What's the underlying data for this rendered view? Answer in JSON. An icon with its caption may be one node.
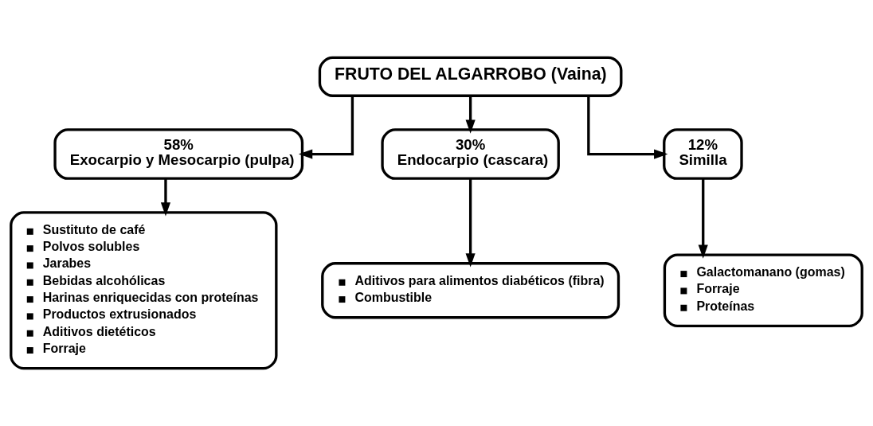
{
  "diagram": {
    "nodes": [
      {
        "text": [
          "FRUTO DEL ALGARROBO (Vaina)"
        ]
      },
      {
        "text": [
          "58%",
          "Exocarpio y Mesocarpio (pulpa)"
        ]
      },
      {
        "text": [
          "30%",
          "Endocarpio (cascara)"
        ]
      },
      {
        "text": [
          "12%",
          "Similla"
        ]
      },
      {
        "text": [
          "Sustituto de café",
          "Polvos solubles",
          "Jarabes",
          "Bebidas alcohólicas",
          "Harinas enriquecidas con proteínas",
          "Productos extrusionados",
          "Aditivos dietéticos",
          "Forraje"
        ]
      },
      {
        "text": [
          "Aditivos para alimentos diabéticos (fibra)",
          "Combustible"
        ]
      },
      {
        "text": [
          "Galactomanano (gomas)",
          "Forraje",
          "Proteínas"
        ]
      }
    ],
    "edges": [
      {
        "from": 0,
        "to": 1,
        "arrow": "to"
      },
      {
        "from": 0,
        "to": 2,
        "arrow": "to"
      },
      {
        "from": 0,
        "to": 3,
        "arrow": "to"
      },
      {
        "from": 1,
        "to": 4,
        "arrow": "to"
      },
      {
        "from": 2,
        "to": 5,
        "arrow": "to"
      },
      {
        "from": 3,
        "to": 6,
        "arrow": "to"
      }
    ]
  }
}
